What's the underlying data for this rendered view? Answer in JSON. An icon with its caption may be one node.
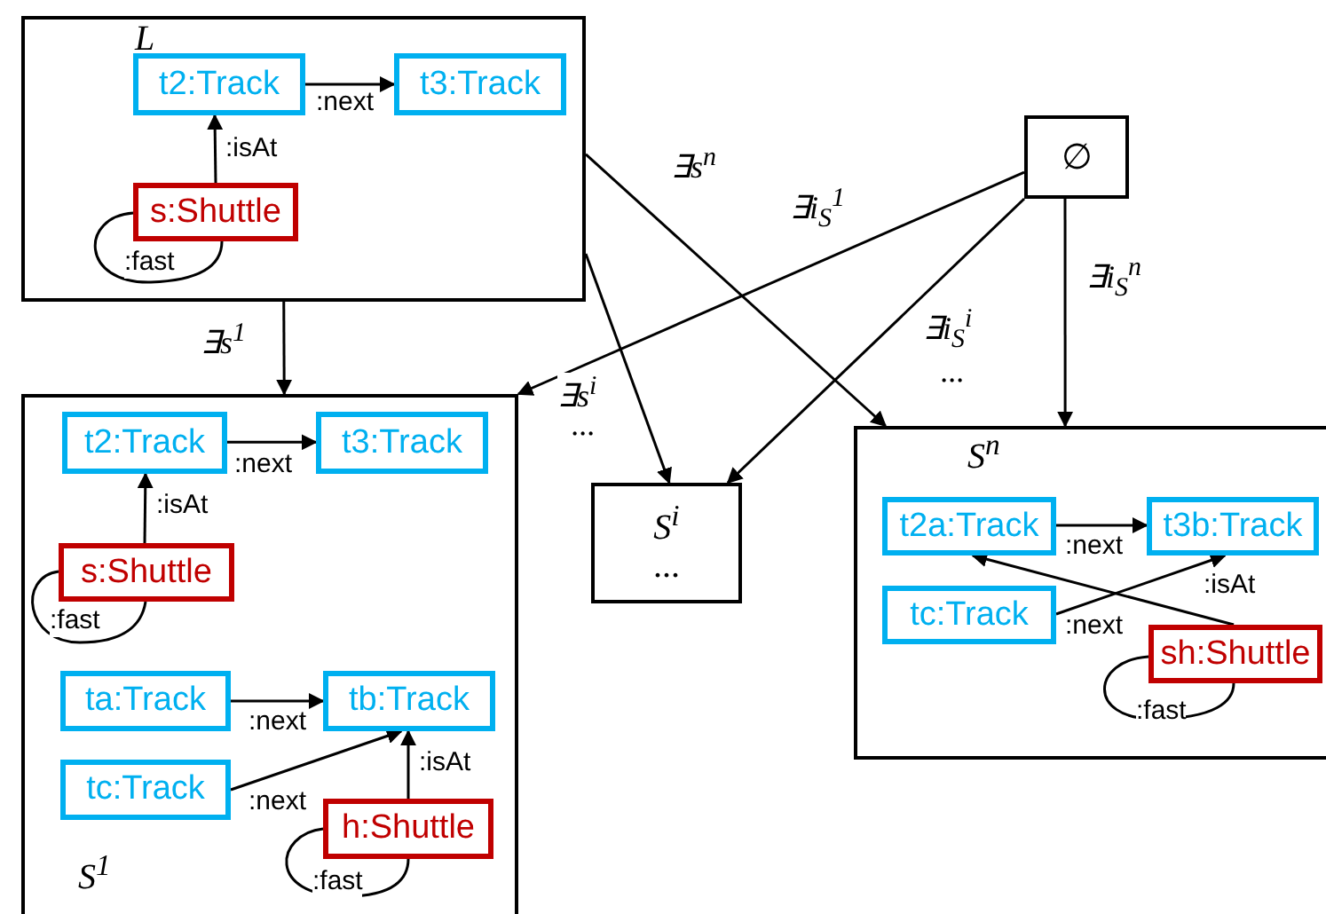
{
  "diagram": {
    "nodes": [
      {
        "text": [
          "L"
        ]
      },
      {
        "text": [
          "t2:Track"
        ],
        "in": 0
      },
      {
        "text": [
          "t3:Track"
        ],
        "in": 0
      },
      {
        "text": [
          "s:Shuttle"
        ],
        "in": 0
      },
      {
        "text": [
          "∅"
        ]
      },
      {
        "text": [
          "S$^{1}$"
        ]
      },
      {
        "text": [
          "t2:Track"
        ],
        "in": 5
      },
      {
        "text": [
          "t3:Track"
        ],
        "in": 5
      },
      {
        "text": [
          "s:Shuttle"
        ],
        "in": 5
      },
      {
        "text": [
          "ta:Track"
        ],
        "in": 5
      },
      {
        "text": [
          "tb:Track"
        ],
        "in": 5
      },
      {
        "text": [
          "tc:Track"
        ],
        "in": 5
      },
      {
        "text": [
          "h:Shuttle"
        ],
        "in": 5
      },
      {
        "text": [
          "S$^{i}$",
          "..."
        ]
      },
      {
        "text": [
          "S$^{n}$"
        ]
      },
      {
        "text": [
          "t2a:Track"
        ],
        "in": 14
      },
      {
        "text": [
          "t3b:Track"
        ],
        "in": 14
      },
      {
        "text": [
          "tc:Track"
        ],
        "in": 14
      },
      {
        "text": [
          "sh:Shuttle"
        ],
        "in": 14
      }
    ],
    "edges": [
      {
        "from": 1,
        "to": 2,
        "arrow": "to",
        "label": ":next"
      },
      {
        "from": 3,
        "to": 1,
        "arrow": "to",
        "label": ":isAt"
      },
      {
        "from": 3,
        "to": 3,
        "arrow": "none",
        "label": ":fast"
      },
      {
        "from": 6,
        "to": 7,
        "arrow": "to",
        "label": ":next"
      },
      {
        "from": 8,
        "to": 6,
        "arrow": "to",
        "label": ":isAt"
      },
      {
        "from": 8,
        "to": 8,
        "arrow": "none",
        "label": ":fast"
      },
      {
        "from": 9,
        "to": 10,
        "arrow": "to",
        "label": ":next"
      },
      {
        "from": 11,
        "to": 10,
        "arrow": "to",
        "label": ":next"
      },
      {
        "from": 12,
        "to": 10,
        "arrow": "to",
        "label": ":isAt"
      },
      {
        "from": 12,
        "to": 12,
        "arrow": "none",
        "label": ":fast"
      },
      {
        "from": 15,
        "to": 16,
        "arrow": "to",
        "label": ":next"
      },
      {
        "from": 17,
        "to": 16,
        "arrow": "to",
        "label": ":next"
      },
      {
        "from": 18,
        "to": 15,
        "arrow": "to",
        "label": ":isAt"
      },
      {
        "from": 18,
        "to": 18,
        "arrow": "none",
        "label": ":fast"
      },
      {
        "from": 0,
        "to": 5,
        "arrow": "to",
        "label": "∃s$^{1}$"
      },
      {
        "from": 0,
        "to": 14,
        "arrow": "to",
        "label": "∃s$^{n}$"
      },
      {
        "from": 0,
        "to": 13,
        "arrow": "to",
        "label": "∃s$^{i}$"
      },
      {
        "from": 4,
        "to": 5,
        "arrow": "to",
        "label": "∃i$_{S}$$^{1}$"
      },
      {
        "from": 4,
        "to": 13,
        "arrow": "to",
        "label": "∃i$_{S}$$^{i}$"
      },
      {
        "from": 4,
        "to": 14,
        "arrow": "to",
        "label": "∃i$_{S}$$^{n}$"
      }
    ],
    "labels": [
      "...",
      "..."
    ]
  }
}
